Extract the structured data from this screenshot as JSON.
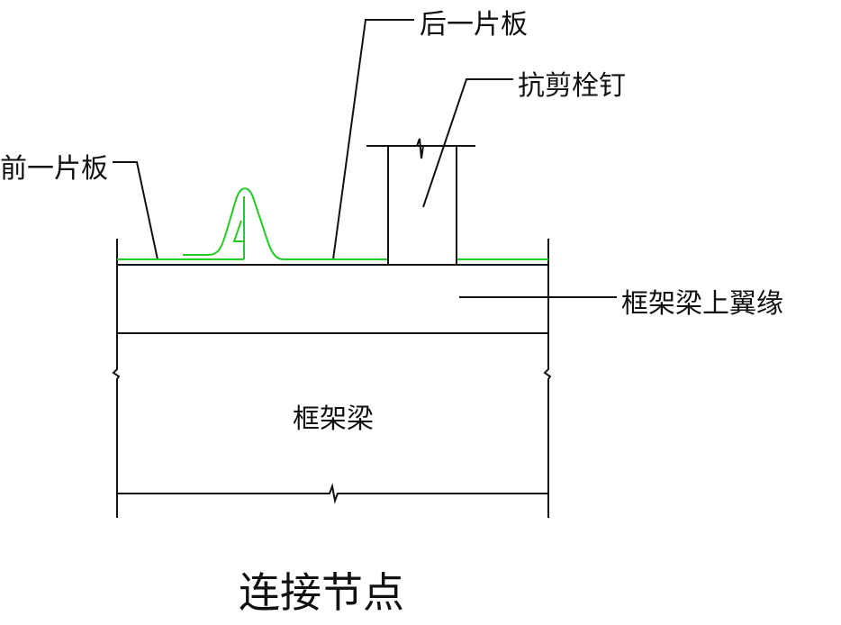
{
  "labels": {
    "front_panel": "前一片板",
    "rear_panel": "后一片板",
    "shear_stud": "抗剪栓钉",
    "top_flange": "框架梁上翼缘",
    "frame_beam": "框架梁"
  },
  "caption": "连接节点",
  "colors": {
    "line": "#111111",
    "deck": "#22cc22"
  }
}
